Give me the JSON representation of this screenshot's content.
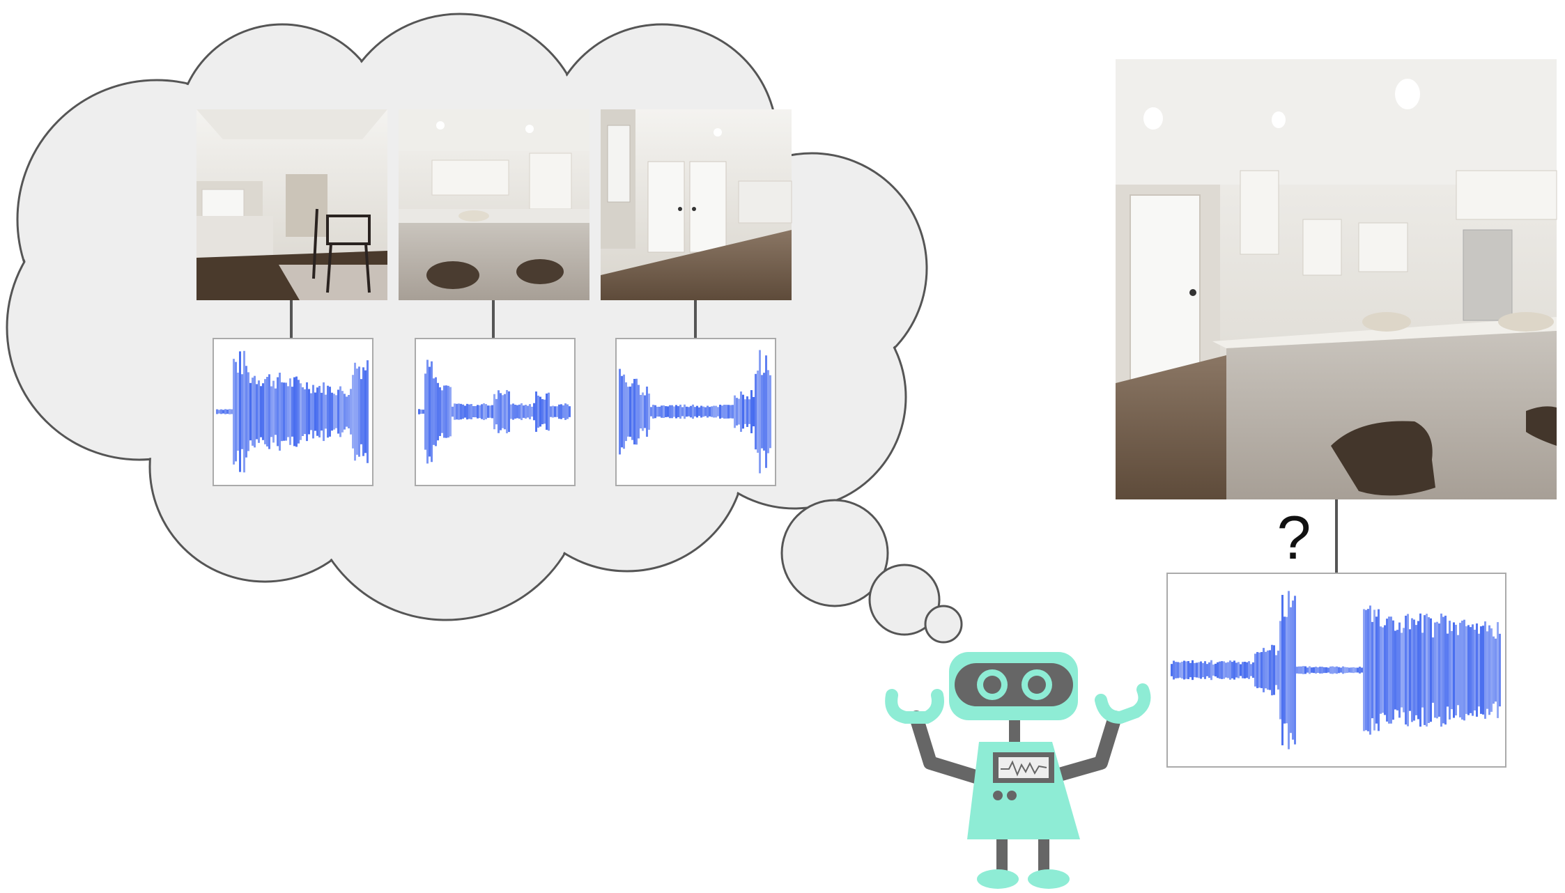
{
  "colors": {
    "cloud_fill": "#eeeeee",
    "cloud_stroke": "#555555",
    "waveform": "#3d64ee",
    "robot_body": "#8eecd5",
    "robot_dark": "#666666",
    "panel_border": "#aaaaaa"
  },
  "memory_examples": [
    {
      "scene": "kitchen-dining-view"
    },
    {
      "scene": "kitchen-island-view"
    },
    {
      "scene": "hallway-doors-view"
    }
  ],
  "query": {
    "scene": "kitchen-wide-view",
    "question_mark": "?"
  },
  "robot": {
    "icon": "robot-icon"
  }
}
